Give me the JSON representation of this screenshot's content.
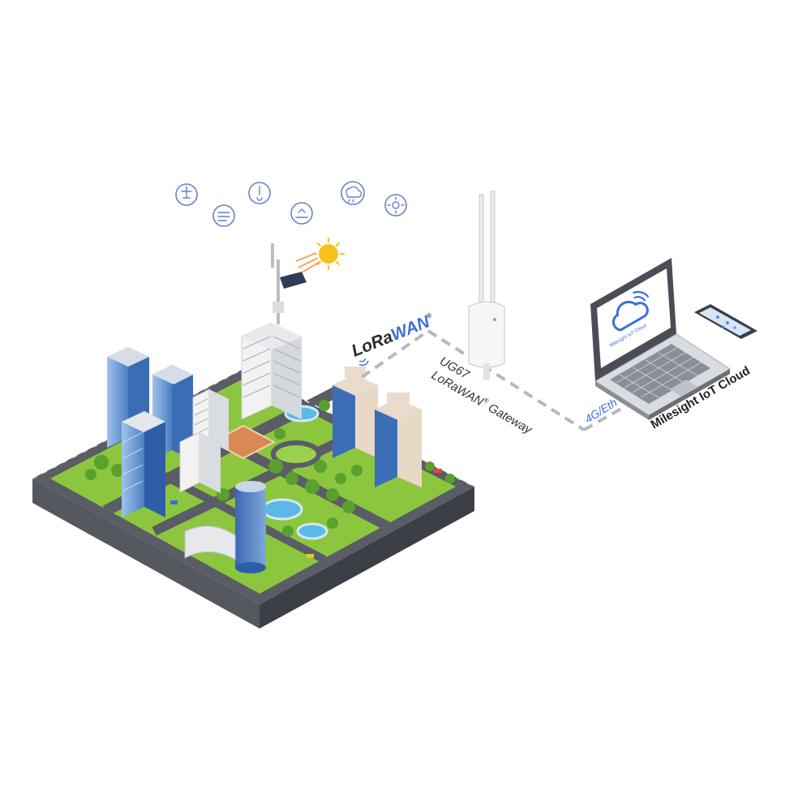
{
  "lorawan_logo": {
    "part1": "LoRa",
    "part2": "WAN",
    "mark": "®"
  },
  "gateway": {
    "model": "UG67",
    "name": "LoRaWAN",
    "reg": "®",
    "suffix": " Gateway"
  },
  "link": {
    "label": "4G/Eth"
  },
  "cloud": {
    "title": "Milesight IoT Cloud",
    "screen_text": "Milesight IoT Cloud"
  },
  "sensor_icons": [
    "wind-sensor-icon",
    "fog-sensor-icon",
    "thermometer-icon",
    "ground-sensor-icon",
    "rain-cloud-icon",
    "sun-sensor-icon"
  ],
  "colors": {
    "accent": "#3a6fd8",
    "grass": "#8cc63f",
    "road": "#5a5d66",
    "glass": "#4a7fc4",
    "dash": "#b5b8c2"
  }
}
